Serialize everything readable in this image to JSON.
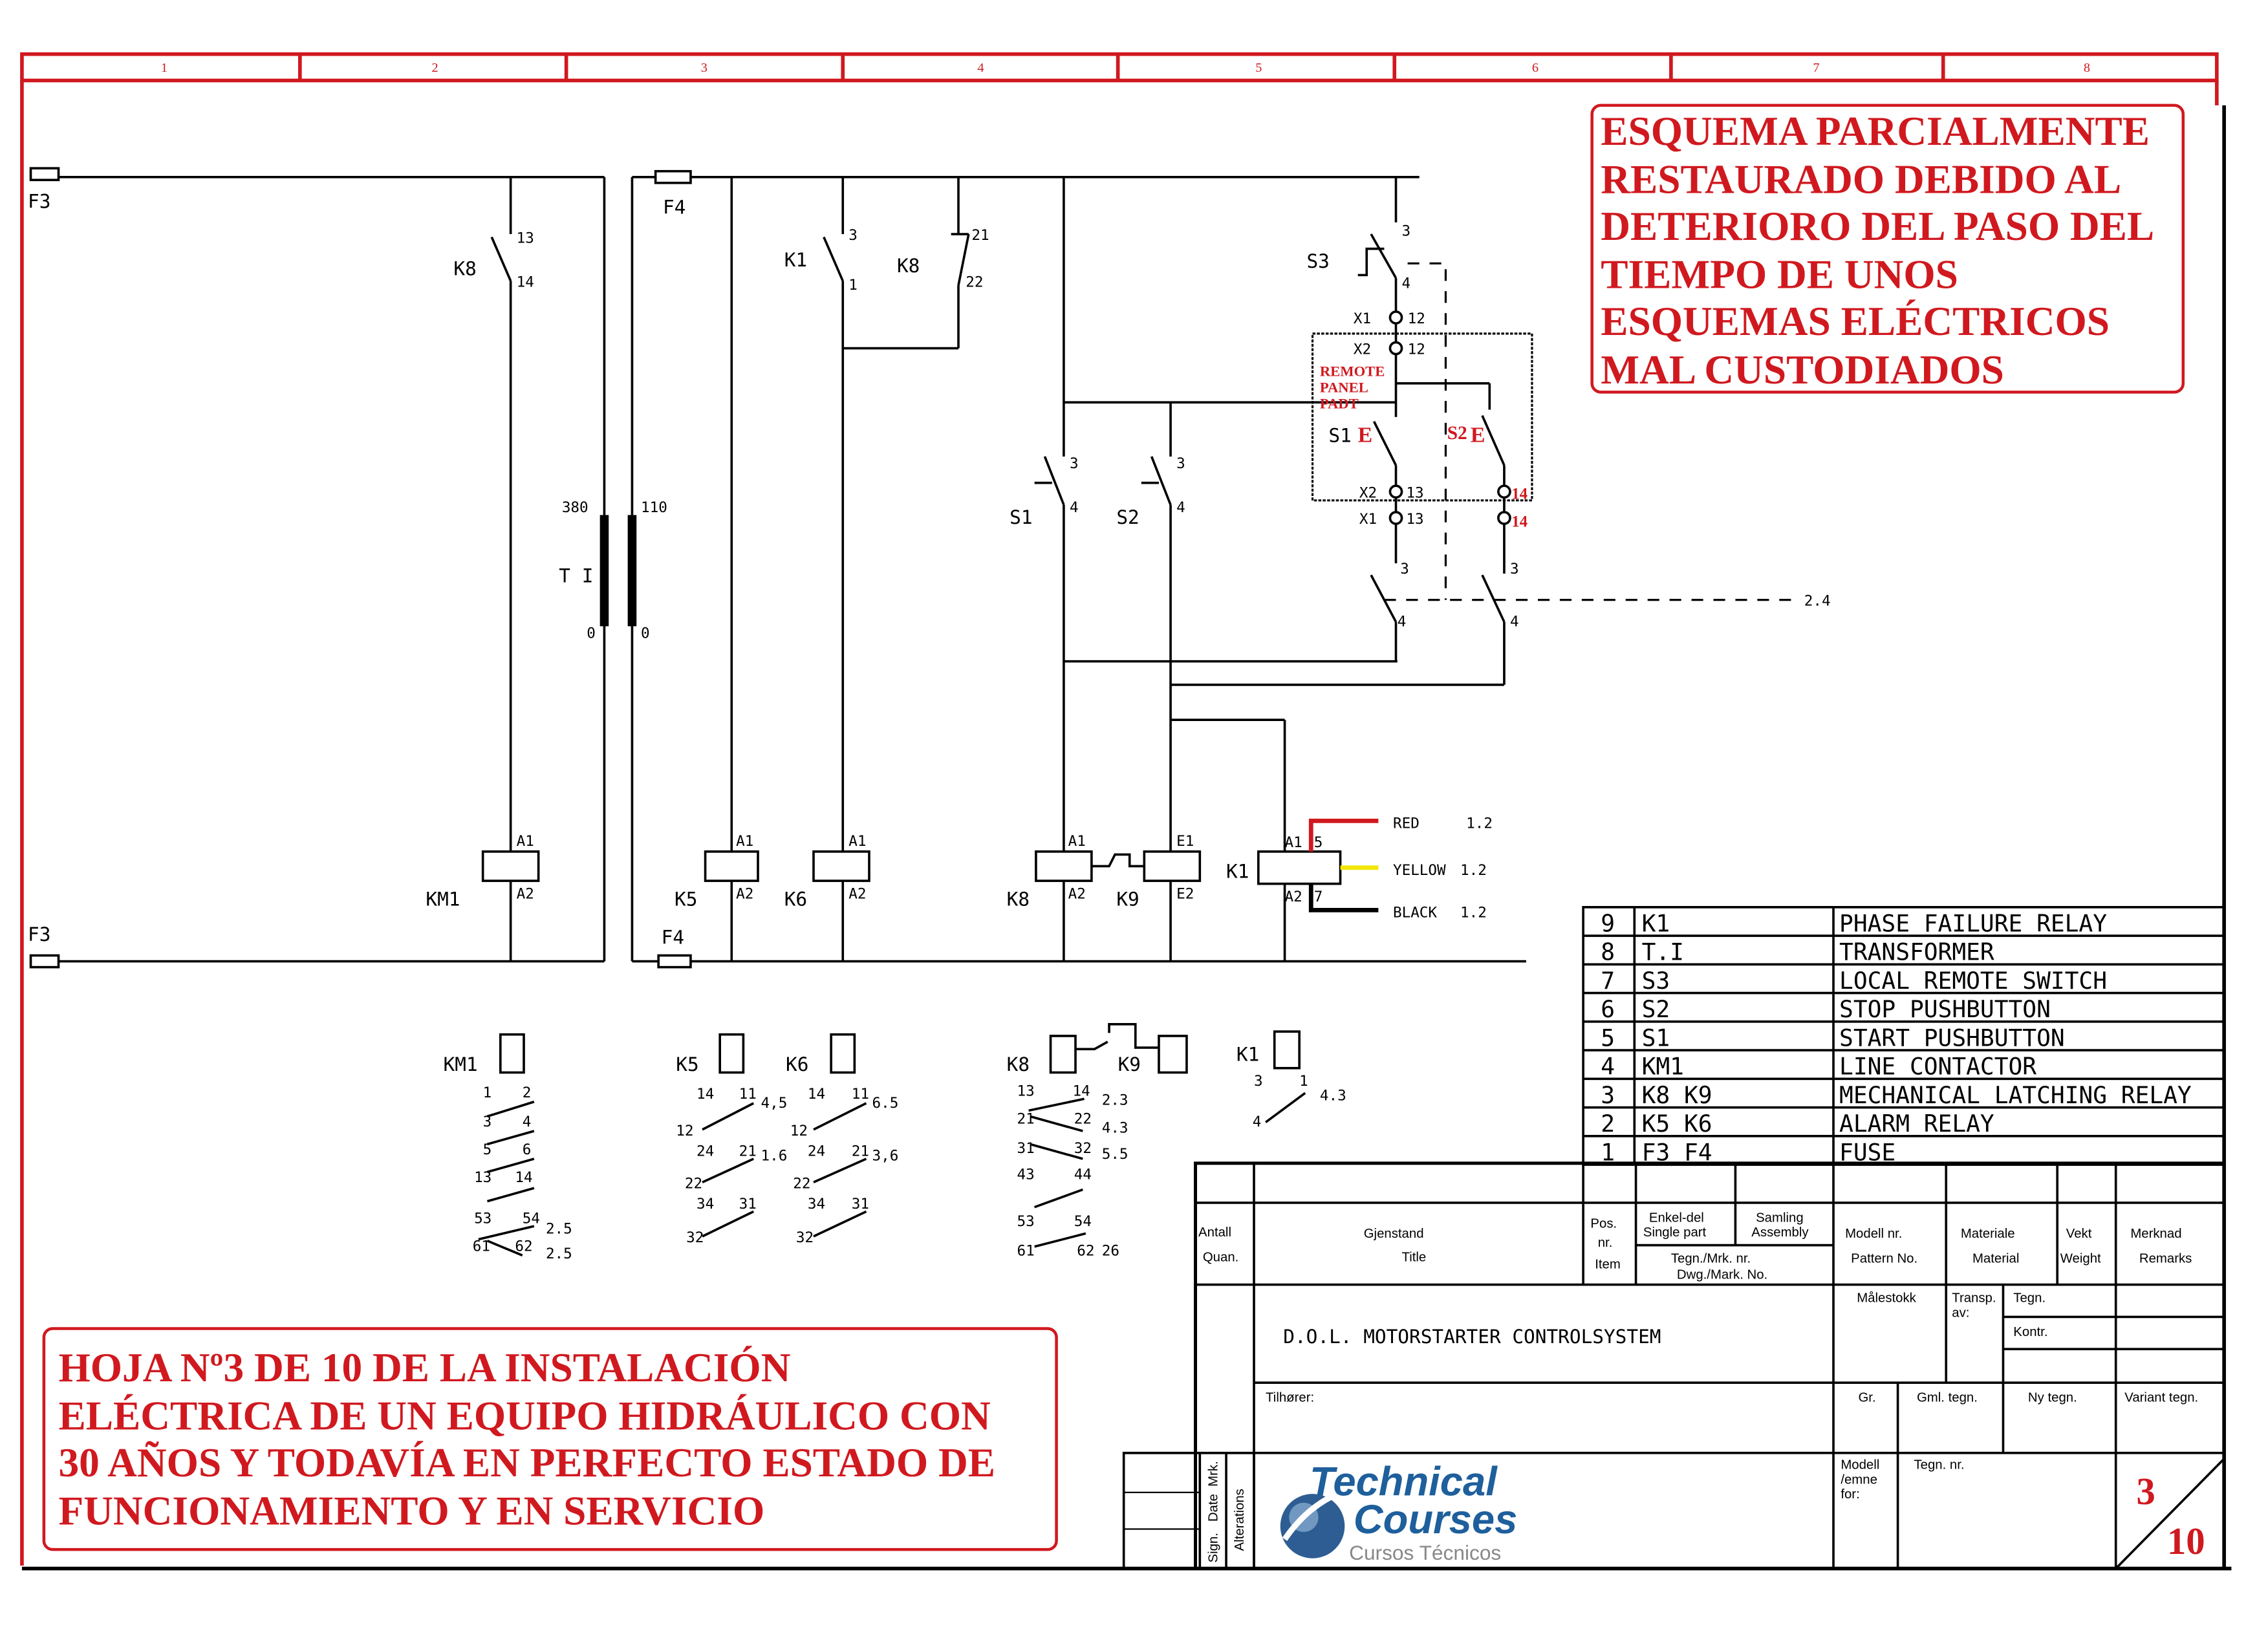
{
  "frame": {
    "columns": [
      "1",
      "2",
      "3",
      "4",
      "5",
      "6",
      "7",
      "8"
    ]
  },
  "notes": {
    "top_right": [
      "ESQUEMA PARCIALMENTE",
      "RESTAURADO DEBIDO AL",
      "DETERIORO DEL PASO DEL",
      "TIEMPO DE UNOS",
      "ESQUEMAS ELÉCTRICOS",
      "MAL CUSTODIADOS"
    ],
    "bottom_left": [
      "HOJA Nº3 DE 10 DE LA INSTALACIÓN",
      "ELÉCTRICA DE UN EQUIPO HIDRÁULICO CON",
      "30 AÑOS Y TODAVÍA EN PERFECTO ESTADO DE",
      "FUNCIONAMIENTO Y EN SERVICIO"
    ],
    "remote_panel": [
      "REMOTE",
      "PANEL",
      "PADT"
    ]
  },
  "schematic": {
    "f3": "F3",
    "f4": "F4",
    "k8": "K8",
    "k9": "K9",
    "k1": "K1",
    "k5": "K5",
    "k6": "K6",
    "km1": "KM1",
    "s1": "S1",
    "s2": "S2",
    "s3": "S3",
    "s2_red": "S2",
    "t1": "T I",
    "v380": "380",
    "v110": "110",
    "zero": "0",
    "n13": "13",
    "n14": "14",
    "n3": "3",
    "n1": "1",
    "n4": "4",
    "n21": "21",
    "n22": "22",
    "n12": "12",
    "a1": "A1",
    "a2": "A2",
    "e1": "E1",
    "e2": "E2",
    "n5": "5",
    "n7": "7",
    "x1": "X1",
    "x2": "X2",
    "ref24": "2.4",
    "wire_colors": [
      {
        "label": "RED",
        "ref": "1.2",
        "color": "#d0191f"
      },
      {
        "label": "YELLOW",
        "ref": "1.2",
        "color": "#f2e600"
      },
      {
        "label": "BLACK",
        "ref": "1.2",
        "color": "#000000"
      }
    ]
  },
  "contact_tables": {
    "km1": {
      "pairs": [
        "1",
        "2",
        "3",
        "4",
        "5",
        "6",
        "13",
        "14",
        "53",
        "54",
        "61",
        "62"
      ],
      "refs": [
        "2.5",
        "2.5"
      ]
    },
    "k5": {
      "pairs": [
        "14",
        "11",
        "12",
        "24",
        "21",
        "22",
        "34",
        "31",
        "32"
      ],
      "refs": [
        "4,5",
        "1.6"
      ]
    },
    "k6": {
      "pairs": [
        "14",
        "11",
        "12",
        "24",
        "21",
        "22",
        "34",
        "31",
        "32"
      ],
      "refs": [
        "6.5",
        "3,6"
      ]
    },
    "k8": {
      "pairs": [
        "13",
        "14",
        "21",
        "22",
        "31",
        "32",
        "43",
        "44",
        "53",
        "54",
        "61",
        "62"
      ],
      "refs": [
        "2.3",
        "4.3",
        "5.5",
        "26"
      ]
    },
    "k1": {
      "pairs": [
        "3",
        "1",
        "4"
      ],
      "refs": [
        "4.3"
      ]
    }
  },
  "parts_list": [
    {
      "pos": "9",
      "ref": "K1",
      "desc": "PHASE FAILURE RELAY"
    },
    {
      "pos": "8",
      "ref": "T.I",
      "desc": "TRANSFORMER"
    },
    {
      "pos": "7",
      "ref": "S3",
      "desc": "LOCAL REMOTE SWITCH"
    },
    {
      "pos": "6",
      "ref": "S2",
      "desc": "STOP PUSHBUTTON"
    },
    {
      "pos": "5",
      "ref": "S1",
      "desc": "START PUSHBUTTON"
    },
    {
      "pos": "4",
      "ref": "KM1",
      "desc": "LINE CONTACTOR"
    },
    {
      "pos": "3",
      "ref": "K8 K9",
      "desc": "MECHANICAL LATCHING RELAY"
    },
    {
      "pos": "2",
      "ref": "K5 K6",
      "desc": "ALARM RELAY"
    },
    {
      "pos": "1",
      "ref": "F3 F4",
      "desc": "FUSE"
    }
  ],
  "title_block": {
    "antall": "Antall",
    "quan": "Quan.",
    "gjenstand": "Gjenstand",
    "title": "Title",
    "pos": "Pos.",
    "nr": "nr.",
    "item": "Item",
    "enkel": "Enkel-del",
    "single": "Single part",
    "samling": "Samling",
    "assembly": "Assembly",
    "tegn_mrk": "Tegn./Mrk. nr.",
    "dwg": "Dwg./Mark. No.",
    "modell": "Modell nr.",
    "pattern": "Pattern No.",
    "materiale": "Materiale",
    "material": "Material",
    "vekt": "Vekt",
    "weight": "Weight",
    "merknad": "Merknad",
    "remarks": "Remarks",
    "drawing_title": "D.O.L. MOTORSTARTER CONTROLSYSTEM",
    "malestokk": "Målestokk",
    "transp": "Transp.",
    "av": "av:",
    "tegn": "Tegn.",
    "kontr": "Kontr.",
    "tilhorer": "Tilhører:",
    "gr": "Gr.",
    "gml": "Gml. tegn.",
    "ny": "Ny tegn.",
    "variant": "Variant tegn.",
    "modell_emne": [
      "Modell",
      "/emne",
      "for:"
    ],
    "tegn_nr": "Tegn. nr.",
    "sign": "Sign.",
    "date": "Date",
    "mrk": "Mrk.",
    "alterations": "Alterations",
    "sheet": "3",
    "sheets": "10"
  },
  "logo": {
    "line1": "Technical",
    "line2": "Courses",
    "line3": "Cursos Técnicos",
    "color": "#1e5f9c"
  }
}
